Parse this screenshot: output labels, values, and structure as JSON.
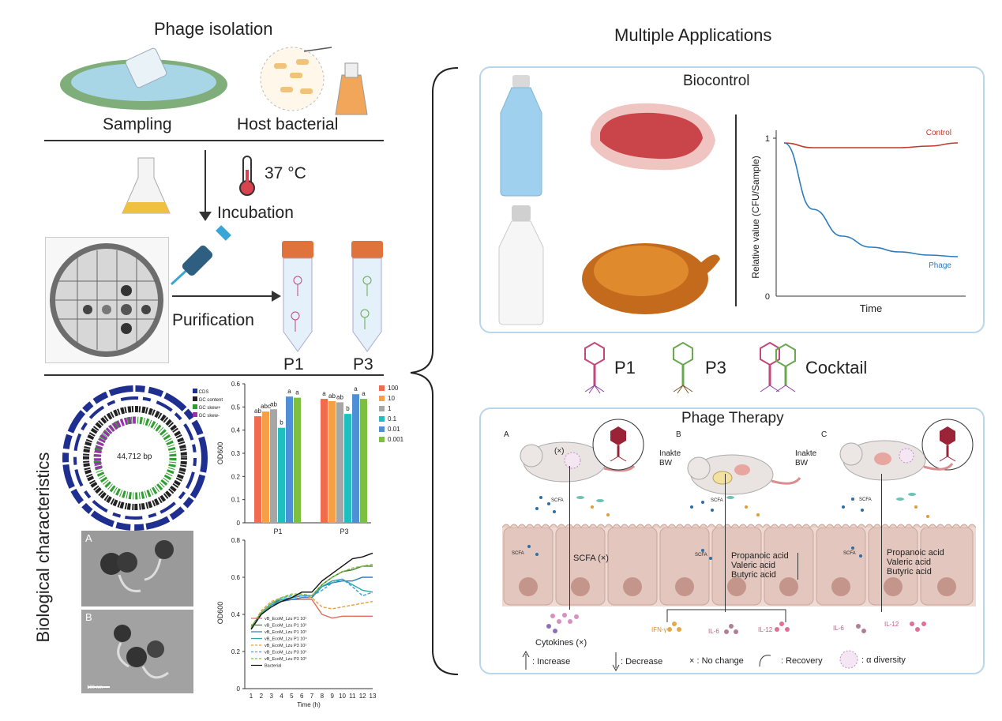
{
  "left": {
    "isolation_title": "Phage isolation",
    "sampling_label": "Sampling",
    "host_label": "Host bacterial",
    "temperature": "37 °C",
    "incubation_label": "Incubation",
    "purification_label": "Purification",
    "tube_p1": "P1",
    "tube_p3": "P3",
    "bio_title": "Biological characteristics",
    "genome_size": "44,712 bp",
    "genome_legend": [
      "CDS",
      "GC content",
      "GC skew+",
      "GC skew-"
    ],
    "tem_labels": [
      "A",
      "B"
    ],
    "scale_bar": "100 nm"
  },
  "right": {
    "title": "Multiple Applications",
    "biocontrol_title": "Biocontrol",
    "phages": [
      "P1",
      "P3",
      "Cocktail"
    ],
    "therapy_title": "Phage Therapy",
    "mouse_labels": [
      "A",
      "B",
      "C"
    ],
    "no_change_mark": "(×)",
    "intake_label": [
      "Inakte",
      "BW"
    ],
    "scfa_label": "SCFA",
    "scfa_a": "SCFA (×)",
    "acids": [
      "Propanoic acid",
      "Valeric acid",
      "Butyric acid"
    ],
    "cytokines_a": "Cytokines (×)",
    "cytokines_b": [
      "IFN-γ",
      "IL-6",
      "IL-12"
    ],
    "cytokines_c": [
      "IL-6",
      "IL-12"
    ],
    "legend": [
      ": Increase",
      ": Decrease",
      "× : No change",
      ": Recovery",
      ": α diversity"
    ]
  },
  "colors": {
    "panel_border": "#b9d6ea",
    "control_line": "#c0392b",
    "phage_line": "#2b7bbf",
    "p1_phage": "#c2477a",
    "p3_phage": "#6aa84f"
  },
  "chart_data": [
    {
      "type": "line",
      "xlabel": "Time",
      "ylabel": "Relative value (CFU/Sample)",
      "yticks": [
        "0",
        "1"
      ],
      "series": [
        {
          "name": "Control",
          "values": [
            0.97,
            0.94,
            0.94,
            0.94,
            0.94,
            0.95,
            0.97
          ]
        },
        {
          "name": "Phage",
          "values": [
            0.97,
            0.55,
            0.38,
            0.31,
            0.28,
            0.26,
            0.25
          ]
        }
      ],
      "x": [
        0,
        1,
        2,
        3,
        4,
        5,
        6
      ],
      "ylim": [
        0,
        1
      ]
    },
    {
      "type": "bar",
      "ylabel": "OD600",
      "categories": [
        "P1",
        "P3"
      ],
      "ylim": [
        0,
        0.6
      ],
      "yticks": [
        "0",
        "0.1",
        "0.2",
        "0.3",
        "0.4",
        "0.5",
        "0.6"
      ],
      "series": [
        {
          "name": "100",
          "color": "#f26b4f",
          "values": [
            0.46,
            0.535
          ],
          "labels": [
            "ab",
            "a"
          ]
        },
        {
          "name": "10",
          "color": "#f5a046",
          "values": [
            0.48,
            0.525
          ],
          "labels": [
            "abc",
            "ab"
          ]
        },
        {
          "name": "1",
          "color": "#a6a6a6",
          "values": [
            0.49,
            0.52
          ],
          "labels": [
            "ab",
            "ab"
          ]
        },
        {
          "name": "0.1",
          "color": "#1fbfbf",
          "values": [
            0.41,
            0.47
          ],
          "labels": [
            "b",
            "b"
          ]
        },
        {
          "name": "0.01",
          "color": "#4f8fd6",
          "values": [
            0.545,
            0.555
          ],
          "labels": [
            "a",
            "a"
          ]
        },
        {
          "name": "0.001",
          "color": "#7fbf3f",
          "values": [
            0.54,
            0.535
          ],
          "labels": [
            "a",
            "a"
          ]
        }
      ]
    },
    {
      "type": "line",
      "xlabel": "Time (h)",
      "ylabel": "OD600",
      "x": [
        1,
        2,
        3,
        4,
        5,
        6,
        7,
        8,
        9,
        10,
        11,
        12,
        13
      ],
      "xticks": [
        "1",
        "2",
        "3",
        "4",
        "5",
        "6",
        "7",
        "8",
        "9",
        "10",
        "11",
        "12",
        "13"
      ],
      "yticks": [
        "0",
        "0.2",
        "0.4",
        "0.6",
        "0.8"
      ],
      "ylim": [
        0,
        0.8
      ],
      "series": [
        {
          "name": "vB_EcoM_Lzu P1 10¹",
          "color": "#e06c5a",
          "dash": false,
          "values": [
            0.32,
            0.4,
            0.45,
            0.47,
            0.48,
            0.48,
            0.48,
            0.4,
            0.38,
            0.39,
            0.39,
            0.39,
            0.39
          ]
        },
        {
          "name": "vB_EcoM_Lzu P1 10²",
          "color": "#3a7a2a",
          "dash": false,
          "values": [
            0.33,
            0.41,
            0.46,
            0.48,
            0.49,
            0.5,
            0.5,
            0.56,
            0.6,
            0.63,
            0.64,
            0.66,
            0.66
          ]
        },
        {
          "name": "vB_EcoM_Lzu P1 10³",
          "color": "#2b7bbf",
          "dash": false,
          "values": [
            0.32,
            0.4,
            0.45,
            0.47,
            0.48,
            0.49,
            0.49,
            0.55,
            0.57,
            0.58,
            0.58,
            0.6,
            0.6
          ]
        },
        {
          "name": "vB_EcoM_Lzu P1 10⁴",
          "color": "#27a9a9",
          "dash": false,
          "values": [
            0.32,
            0.4,
            0.45,
            0.48,
            0.49,
            0.5,
            0.5,
            0.55,
            0.58,
            0.59,
            0.56,
            0.53,
            0.52
          ]
        },
        {
          "name": "vB_EcoM_Lzu P3 10¹",
          "color": "#e8a040",
          "dash": true,
          "values": [
            0.33,
            0.42,
            0.47,
            0.49,
            0.5,
            0.5,
            0.49,
            0.44,
            0.43,
            0.44,
            0.45,
            0.46,
            0.47
          ]
        },
        {
          "name": "vB_EcoM_Lzu P3 10²",
          "color": "#3da0d8",
          "dash": true,
          "values": [
            0.32,
            0.41,
            0.46,
            0.49,
            0.5,
            0.5,
            0.5,
            0.53,
            0.57,
            0.59,
            0.55,
            0.5,
            0.52
          ]
        },
        {
          "name": "vB_EcoM_Lzu P3 10³",
          "color": "#7fbf3f",
          "dash": true,
          "values": [
            0.33,
            0.41,
            0.46,
            0.49,
            0.51,
            0.51,
            0.5,
            0.56,
            0.6,
            0.63,
            0.65,
            0.66,
            0.67
          ]
        },
        {
          "name": "Bacterial",
          "color": "#111111",
          "dash": false,
          "values": [
            0.32,
            0.4,
            0.44,
            0.47,
            0.49,
            0.52,
            0.52,
            0.58,
            0.62,
            0.66,
            0.7,
            0.71,
            0.73
          ]
        }
      ]
    }
  ]
}
